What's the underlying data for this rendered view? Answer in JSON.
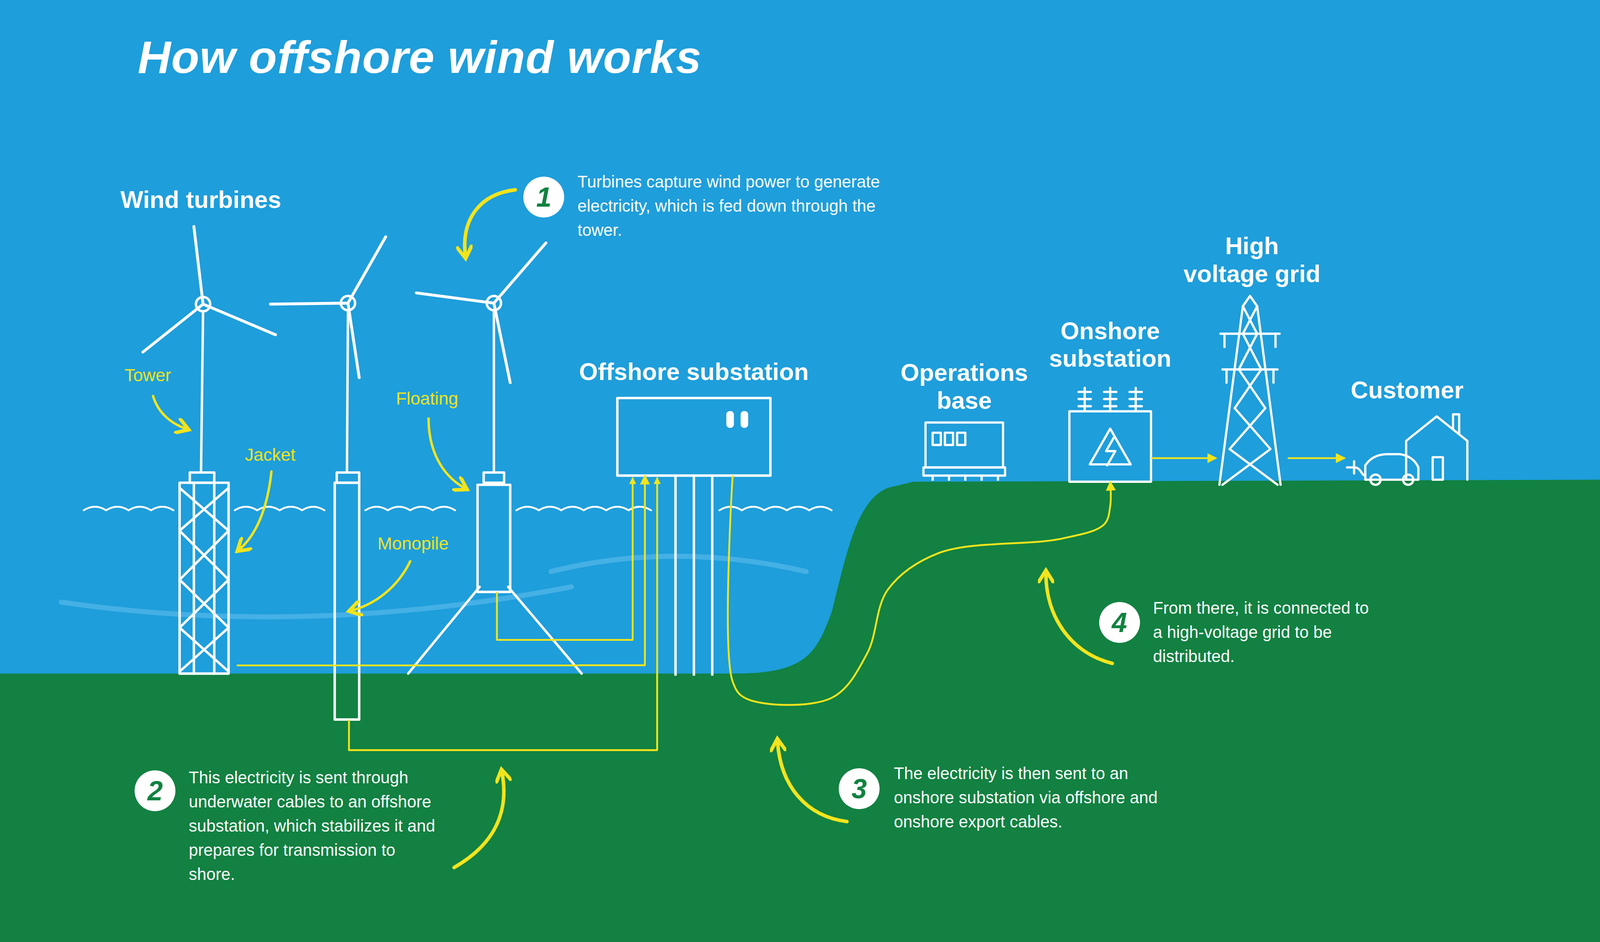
{
  "diagram": {
    "title": "How offshore wind works",
    "nodes": [
      {
        "text": [
          "Wind turbines"
        ]
      },
      {
        "text": [
          "Offshore substation"
        ]
      },
      {
        "text": [
          "Operations base"
        ]
      },
      {
        "text": [
          "Onshore substation"
        ]
      },
      {
        "text": [
          "High voltage grid"
        ]
      },
      {
        "text": [
          "Customer"
        ]
      }
    ],
    "edges": [
      {
        "from": 0,
        "to": 1,
        "arrow": "to"
      },
      {
        "from": 1,
        "to": 3,
        "arrow": "to"
      },
      {
        "from": 3,
        "to": 4,
        "arrow": "to"
      },
      {
        "from": 4,
        "to": 5,
        "arrow": "to"
      }
    ],
    "labels": [
      "1",
      "Turbines capture wind power to generate electricity, which is fed down through the tower.",
      "Tower",
      "Jacket",
      "Floating",
      "Monopile",
      "2",
      "This electricity is sent through underwater cables to an offshore substation, which stabilizes it and prepares for transmission to shore.",
      "3",
      "The electricity is then sent to an onshore substation via offshore and onshore export cables.",
      "4",
      "From there, it is connected to a high-voltage grid to be distributed."
    ]
  }
}
